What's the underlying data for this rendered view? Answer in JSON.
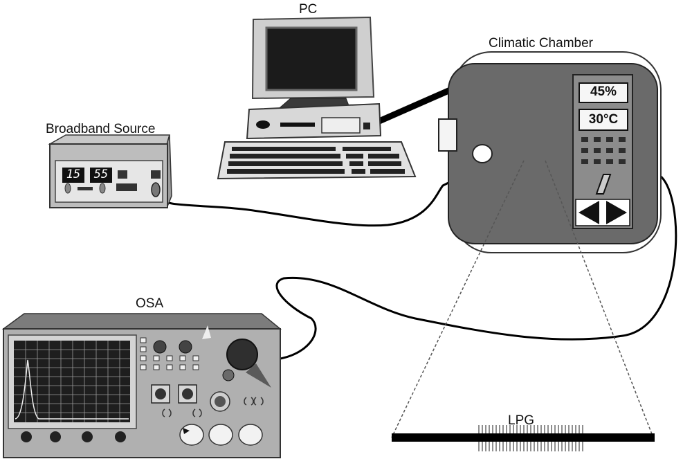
{
  "labels": {
    "pc": "PC",
    "chamber": "Climatic Chamber",
    "source": "Broadband Source",
    "osa": "OSA",
    "lpg": "LPG"
  },
  "chamber_display": {
    "humidity": "45%",
    "temperature": "30°C"
  },
  "source_display": {
    "left": "15",
    "right": "55"
  }
}
